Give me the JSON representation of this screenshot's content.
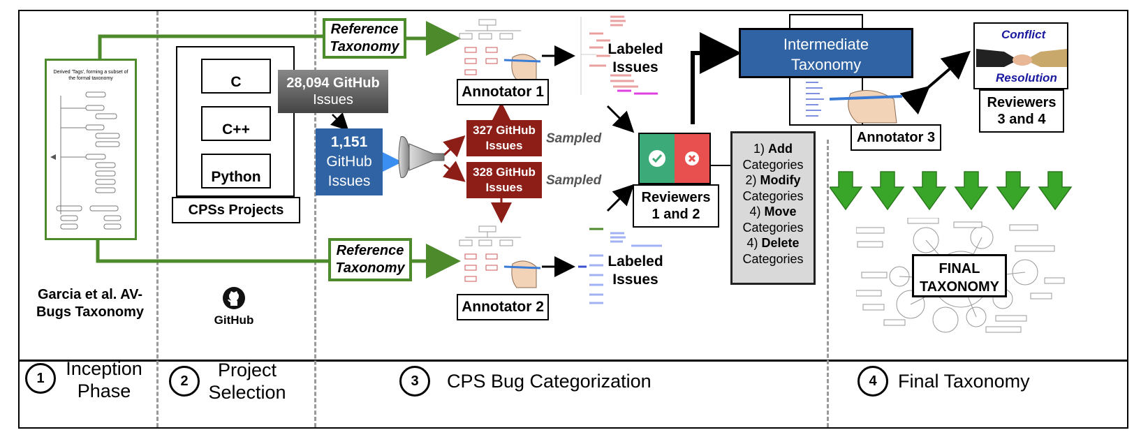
{
  "inception": {
    "tree_title": "Derived 'Tags', forming a subset of the formal taxonomy",
    "source_label": "Garcia et al. AV-Bugs Taxonomy"
  },
  "projects": {
    "languages": [
      "C",
      "C++",
      "Python"
    ],
    "title": "CPSs Projects",
    "logo_text": "GitHub",
    "gray_line1": "28,094 GitHub",
    "gray_line2": "Issues",
    "blue_line1": "1,151",
    "blue_line2": "GitHub",
    "blue_line3": "Issues"
  },
  "categorization": {
    "reference_taxonomy_top": "Reference Taxonomy",
    "reference_taxonomy_bottom": "Reference Taxonomy",
    "sample1_line1": "327 GitHub",
    "sample1_line2": "Issues",
    "sample2_line1": "328 GitHub",
    "sample2_line2": "Issues",
    "sampled_label_1": "Sampled",
    "sampled_label_2": "Sampled",
    "annotator1": "Annotator 1",
    "annotator2": "Annotator 2",
    "labeled_issues_1": "Labeled Issues",
    "labeled_issues_2": "Labeled Issues",
    "reviewers12_line1": "Reviewers",
    "reviewers12_line2": "1 and 2",
    "actions": [
      {
        "num": "1)",
        "verb": "Add",
        "noun": "Categories"
      },
      {
        "num": "2)",
        "verb": "Modify",
        "noun": "Categories"
      },
      {
        "num": "4)",
        "verb": "Move",
        "noun": "Categories"
      },
      {
        "num": "4)",
        "verb": "Delete",
        "noun": "Categories"
      }
    ]
  },
  "final": {
    "intermediate_line1": "Intermediate",
    "intermediate_line2": "Taxonomy",
    "annotator3": "Annotator 3",
    "conflict": "Conflict",
    "resolution": "Resolution",
    "reviewers34_line1": "Reviewers",
    "reviewers34_line2": "3 and 4",
    "final_line1": "FINAL",
    "final_line2": "TAXONOMY"
  },
  "phases": [
    {
      "num": "1",
      "line1": "Inception",
      "line2": "Phase"
    },
    {
      "num": "2",
      "line1": "Project",
      "line2": "Selection"
    },
    {
      "num": "3",
      "line1": "CPS Bug Categorization",
      "line2": ""
    },
    {
      "num": "4",
      "line1": "Final Taxonomy",
      "line2": ""
    }
  ],
  "colors": {
    "green": "#4d8a2b",
    "blue": "#2f63a3",
    "dark_red": "#8c1e17",
    "down_arrow_green": "#3aa629"
  }
}
